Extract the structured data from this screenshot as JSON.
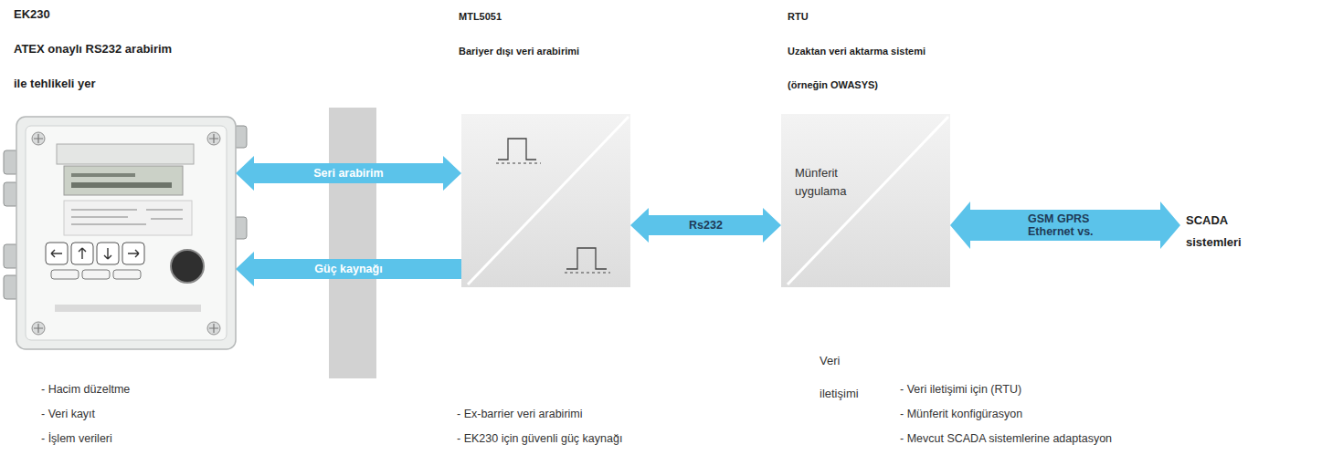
{
  "diagram": {
    "nodes": [
      {
        "text": [
          "EK230",
          "ATEX onaylı RS232 arabirim",
          "ile tehlikeli yer"
        ]
      },
      {
        "text": [
          "MTL5051",
          "Bariyer dışı veri arabirimi"
        ]
      },
      {
        "text": [
          "RTU",
          "Uzaktan veri aktarma sistemi",
          "(örneğin OWASYS)",
          "Münferit uygulama",
          "Veri iletişimi"
        ]
      },
      {
        "text": [
          "SCADA sistemleri"
        ]
      }
    ],
    "edges": [
      {
        "from": 0,
        "to": 1,
        "label": "Seri arabirim",
        "arrow": "both"
      },
      {
        "from": 1,
        "to": 0,
        "label": "Güç kaynağı",
        "arrow": "to"
      },
      {
        "from": 1,
        "to": 2,
        "label": "Rs232",
        "arrow": "both"
      },
      {
        "from": 2,
        "to": 3,
        "label": "GSM GPRS Ethernet vs.",
        "arrow": "both"
      }
    ],
    "labels": [
      "- Hacim düzeltme",
      "- Veri kayıt",
      "- İşlem verileri",
      "- Ex-barrier veri arabirimi",
      "- EK230 için güvenli güç kaynağı",
      "- Veri iletişimi için (RTU)",
      "- Münferit konfigürasyon",
      "- Mevcut SCADA sistemlerine adaptasyon"
    ]
  }
}
